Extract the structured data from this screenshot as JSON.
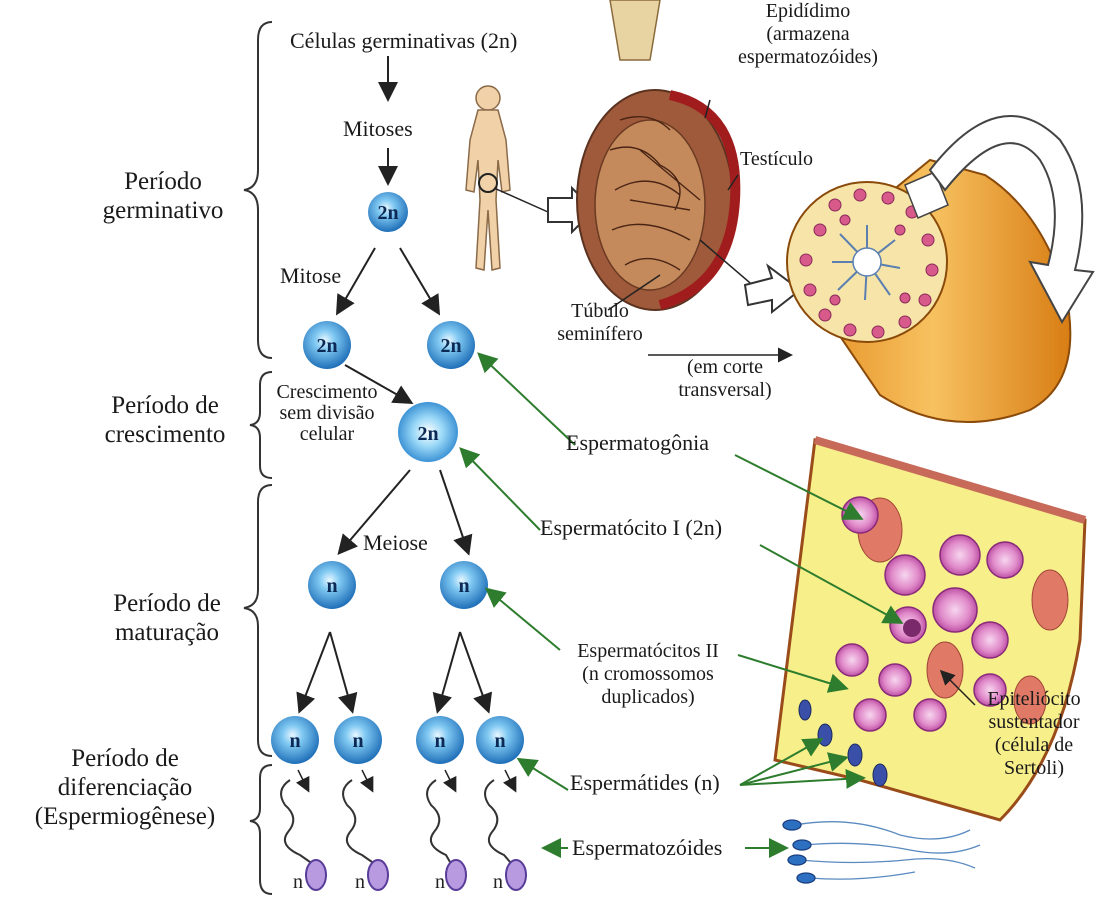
{
  "periods": {
    "germinative": [
      "Período",
      "germinativo"
    ],
    "growth": [
      "Período de",
      "crescimento"
    ],
    "maturation": [
      "Período de",
      "maturação"
    ],
    "differentiation": [
      "Período de",
      "diferenciação",
      "(Espermiogênese)"
    ]
  },
  "flow": {
    "germ_cells": "Células germinativas (2n)",
    "mitoses": "Mitoses",
    "mitose": "Mitose",
    "growth_note": [
      "Crescimento",
      "sem divisão",
      "celular"
    ],
    "meiose": "Meiose"
  },
  "cell_labels": {
    "diploid": "2n",
    "haploid": "n"
  },
  "anatomy": {
    "epididimo": [
      "Epidídimo",
      "(armazena",
      "espermatozóides)"
    ],
    "testiculo": "Testículo",
    "tubulo": [
      "Túbulo",
      "seminífero"
    ],
    "corte": [
      "(em corte",
      "transversal)"
    ]
  },
  "right_labels": {
    "espermatogonia": "Espermatogônia",
    "espermatocito_i": "Espermatócito I (2n)",
    "espermatocitos_ii": [
      "Espermatócitos II",
      "(n cromossomos",
      "duplicados)"
    ],
    "espermatides": "Espermátides (n)",
    "espermatozoides": "Espermatozóides",
    "sertoli": [
      "Epiteliócito",
      "sustentador",
      "(célula de",
      "Sertoli)"
    ]
  },
  "colors": {
    "cell_fill": "#2f8fd6",
    "cell_light": "#bfe6fb",
    "arrow_green": "#2e7d2e",
    "testis_brown": "#8b5a3c",
    "tubule_orange": "#f0a23a",
    "tissue_yellow": "#f7ef8a",
    "cell_pink": "#d85fb5",
    "sertoli_red": "#e07a66"
  }
}
